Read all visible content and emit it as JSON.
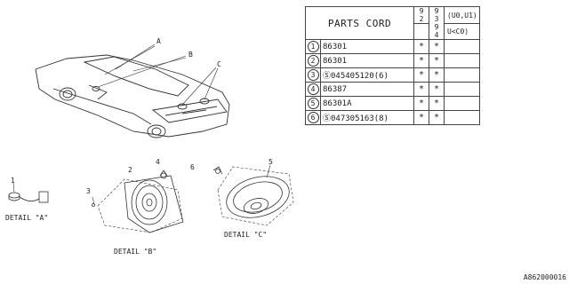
{
  "table": {
    "header_title": "PARTS CORD",
    "year_codes": [
      "9",
      "2",
      "9",
      "3",
      "9",
      "4"
    ],
    "variant_1": "(U0,U1)",
    "variant_2": "U<C0)",
    "rows": [
      {
        "num": "1",
        "part": "86301",
        "m1": "*",
        "m2": "*"
      },
      {
        "num": "2",
        "part": "86301",
        "m1": "*",
        "m2": "*"
      },
      {
        "num": "3",
        "part": "Ⓢ045405120(6)",
        "m1": "*",
        "m2": "*"
      },
      {
        "num": "4",
        "part": "86387",
        "m1": "*",
        "m2": "*"
      },
      {
        "num": "5",
        "part": "86301A",
        "m1": "*",
        "m2": "*"
      },
      {
        "num": "6",
        "part": "Ⓢ047305163(8)",
        "m1": "*",
        "m2": "*"
      }
    ]
  },
  "callouts": {
    "a": "A",
    "b": "B",
    "c": "C",
    "n1": "1",
    "n2": "2",
    "n3": "3",
    "n4": "4",
    "n5": "5",
    "n6": "6"
  },
  "details": {
    "a": "DETAIL \"A\"",
    "b": "DETAIL \"B\"",
    "c": "DETAIL \"C\""
  },
  "diagram_code": "A862000016"
}
